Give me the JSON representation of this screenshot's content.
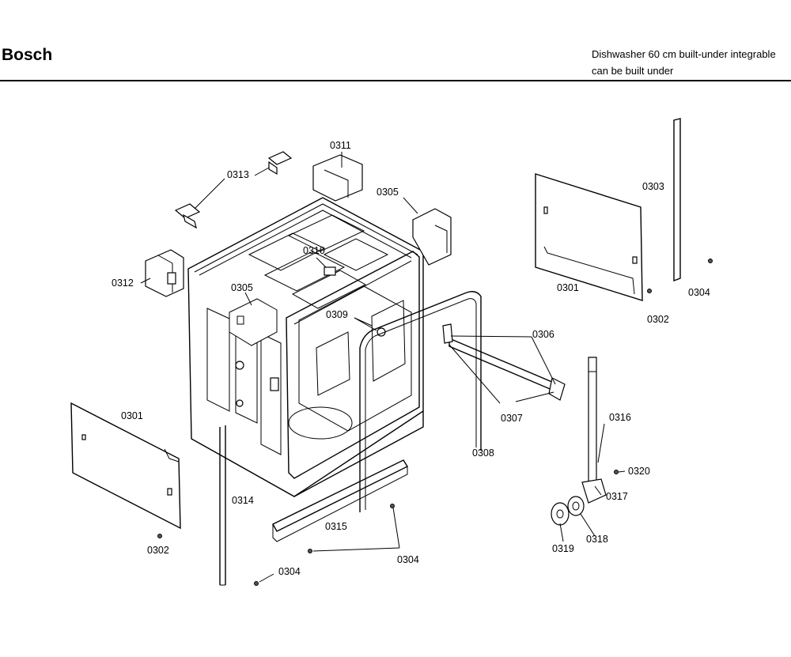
{
  "header": {
    "brand": "Bosch",
    "description_line1": "Dishwasher 60 cm built-under integrable",
    "description_line2": "can be built under"
  },
  "labels": {
    "p0301a": "0301",
    "p0301b": "0301",
    "p0302a": "0302",
    "p0302b": "0302",
    "p0303": "0303",
    "p0304a": "0304",
    "p0304b": "0304",
    "p0304c": "0304",
    "p0305a": "0305",
    "p0305b": "0305",
    "p0306": "0306",
    "p0307": "0307",
    "p0308": "0308",
    "p0309": "0309",
    "p0310": "0310",
    "p0311": "0311",
    "p0312": "0312",
    "p0313": "0313",
    "p0314": "0314",
    "p0315": "0315",
    "p0316": "0316",
    "p0317": "0317",
    "p0318": "0318",
    "p0319": "0319",
    "p0320": "0320"
  }
}
